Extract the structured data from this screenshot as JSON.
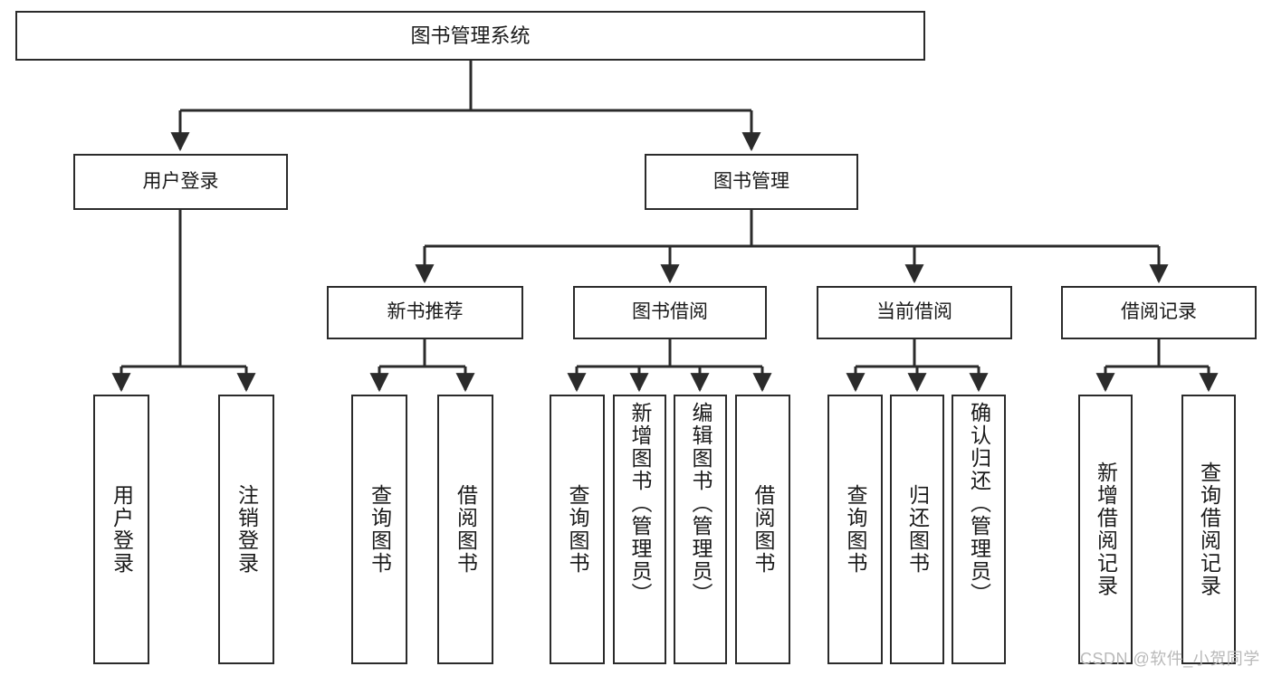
{
  "diagram": {
    "type": "tree-hierarchy",
    "title": "图书管理系统",
    "watermark": "CSDN @软件_小贺同学",
    "colors": {
      "stroke": "#2b2b2b",
      "fill": "#ffffff",
      "text": "#1a1a1a",
      "watermark": "#b9b9b9"
    },
    "nodes": {
      "root": {
        "label": "图书管理系统"
      },
      "level2": [
        {
          "id": "user-login",
          "label": "用户登录"
        },
        {
          "id": "book-manage",
          "label": "图书管理"
        }
      ],
      "level3": [
        {
          "id": "new-book-recommend",
          "label": "新书推荐"
        },
        {
          "id": "book-borrow",
          "label": "图书借阅"
        },
        {
          "id": "current-borrow",
          "label": "当前借阅"
        },
        {
          "id": "borrow-record",
          "label": "借阅记录"
        }
      ],
      "leaves": [
        {
          "id": "leaf-user-login",
          "label": "用户登录",
          "parent": "user-login"
        },
        {
          "id": "leaf-logout-login",
          "label": "注销登录",
          "parent": "user-login"
        },
        {
          "id": "leaf-query-book-1",
          "label": "查询图书",
          "parent": "new-book-recommend"
        },
        {
          "id": "leaf-borrow-book-1",
          "label": "借阅图书",
          "parent": "new-book-recommend"
        },
        {
          "id": "leaf-query-book-2",
          "label": "查询图书",
          "parent": "book-borrow"
        },
        {
          "id": "leaf-add-book",
          "label": "新增图书（管理员）",
          "parent": "book-borrow"
        },
        {
          "id": "leaf-edit-book",
          "label": "编辑图书（管理员）",
          "parent": "book-borrow"
        },
        {
          "id": "leaf-borrow-book-2",
          "label": "借阅图书",
          "parent": "book-borrow"
        },
        {
          "id": "leaf-query-book-3",
          "label": "查询图书",
          "parent": "current-borrow"
        },
        {
          "id": "leaf-return-book",
          "label": "归还图书",
          "parent": "current-borrow"
        },
        {
          "id": "leaf-confirm-return",
          "label": "确认归还（管理员）",
          "parent": "current-borrow"
        },
        {
          "id": "leaf-add-record",
          "label": "新增借阅记录",
          "parent": "borrow-record"
        },
        {
          "id": "leaf-query-record",
          "label": "查询借阅记录",
          "parent": "borrow-record"
        }
      ]
    }
  }
}
